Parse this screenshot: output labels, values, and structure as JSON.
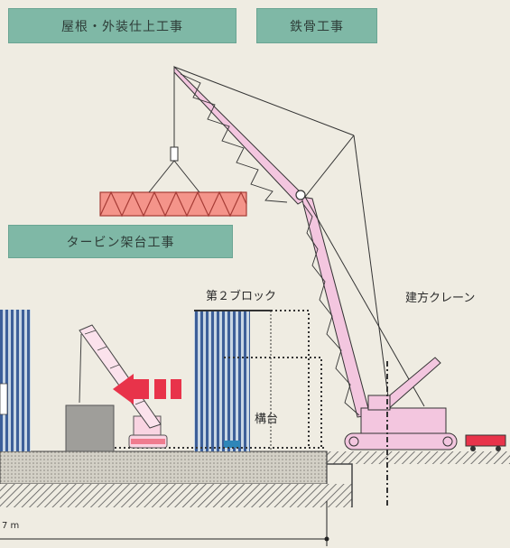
{
  "labels": {
    "roof_work": "屋根・外装仕上工事",
    "steel_work": "鉄骨工事",
    "turbine_work": "タービン架台工事",
    "second_block": "第２ブロック",
    "crane": "建方クレーン",
    "platform": "構台",
    "dimension": "7 m"
  },
  "colors": {
    "label_box": "#7fb8a6",
    "crane_pink": "#f3c6df",
    "truss_red": "#f26c63",
    "arrow_red": "#e8334a",
    "building_blue": "#3d5f99",
    "ground_gray": "#bdbab0"
  }
}
